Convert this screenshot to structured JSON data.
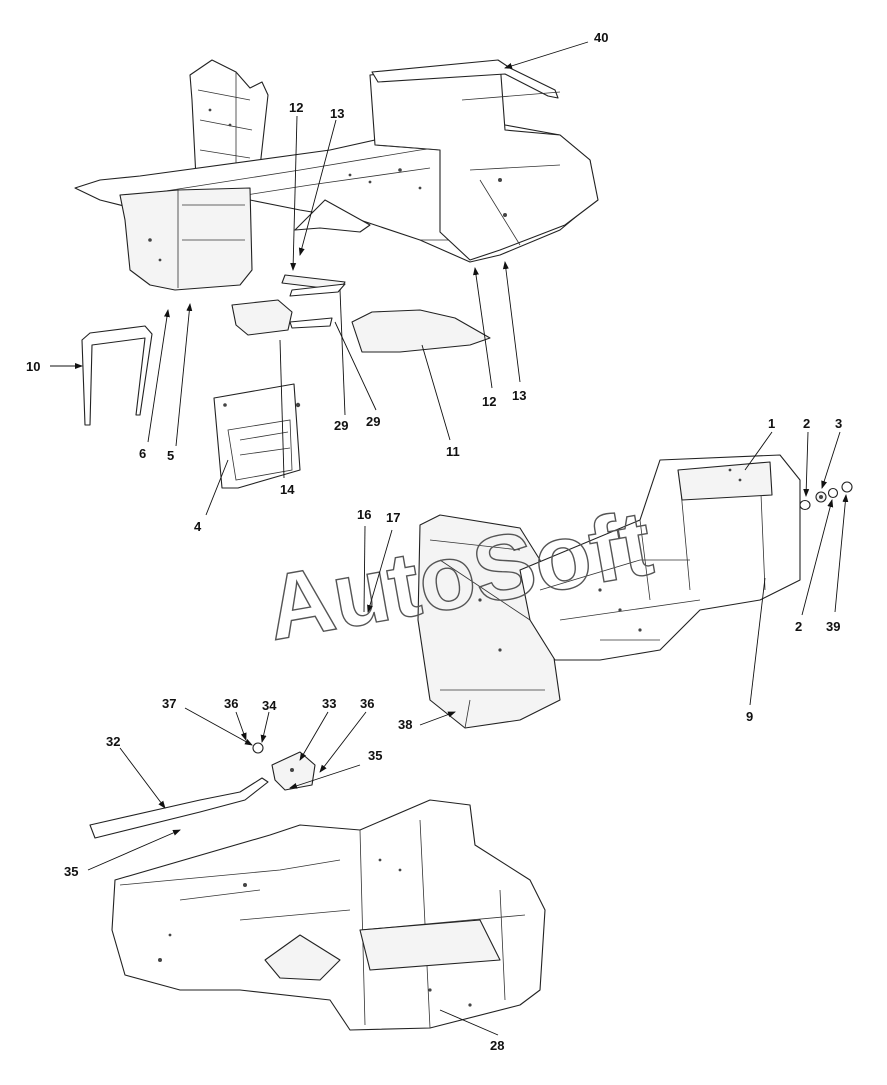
{
  "watermark": "AutoSoft",
  "callouts": {
    "c40": "40",
    "c12a": "12",
    "c13a": "13",
    "c12b": "12",
    "c13b": "13",
    "c10": "10",
    "c6": "6",
    "c5": "5",
    "c4": "4",
    "c14": "14",
    "c29a": "29",
    "c29b": "29",
    "c11": "11",
    "c1": "1",
    "c2a": "2",
    "c3": "3",
    "c2b": "2",
    "c39": "39",
    "c16": "16",
    "c17": "17",
    "c9": "9",
    "c38": "38",
    "c37": "37",
    "c36a": "36",
    "c34": "34",
    "c33": "33",
    "c36b": "36",
    "c35a": "35",
    "c32": "32",
    "c35b": "35",
    "c28": "28"
  }
}
